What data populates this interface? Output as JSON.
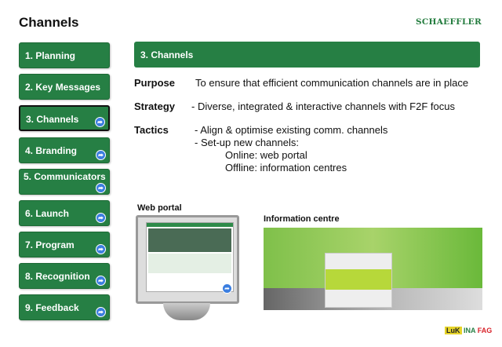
{
  "header": {
    "title": "Channels",
    "logo": "SCHAEFFLER"
  },
  "nav": [
    {
      "label": "1. Planning",
      "link": false
    },
    {
      "label": "2. Key Messages",
      "link": false
    },
    {
      "label": "3. Channels",
      "link": true,
      "active": true
    },
    {
      "label": "4. Branding",
      "link": true
    },
    {
      "label": "5. Communicators",
      "link": true
    },
    {
      "label": "6. Launch",
      "link": true
    },
    {
      "label": "7. Program",
      "link": true
    },
    {
      "label": "8. Recognition",
      "link": true
    },
    {
      "label": "9. Feedback",
      "link": true
    }
  ],
  "banner": "3. Channels",
  "purpose": {
    "label": "Purpose",
    "text": "To ensure that efficient communication channels are in place"
  },
  "strategy": {
    "label": "Strategy",
    "text": "- Diverse, integrated & interactive channels with F2F focus"
  },
  "tactics": {
    "label": "Tactics",
    "lines": [
      "- Align & optimise existing comm. channels",
      "- Set-up new channels:",
      "Online: web portal",
      "Offline: information centres"
    ]
  },
  "images": {
    "web_caption": "Web portal",
    "info_caption": "Information centre"
  },
  "footer_brands": [
    "LuK",
    "INA",
    "FAG"
  ],
  "colors": {
    "green": "#267f44",
    "link": "#3b7ee0"
  }
}
